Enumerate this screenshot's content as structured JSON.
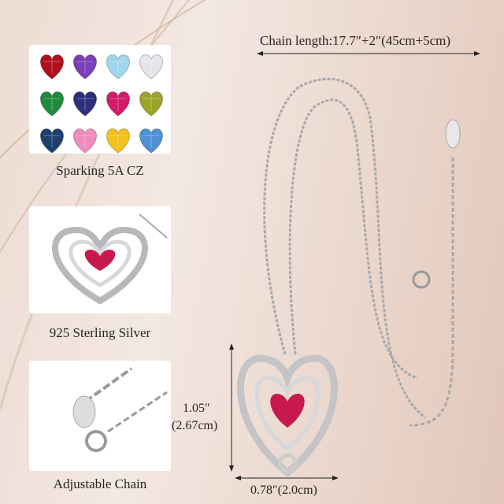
{
  "panels": [
    {
      "label": "Sparking 5A CZ"
    },
    {
      "label": "925 Sterling Silver"
    },
    {
      "label": "Adjustable Chain"
    }
  ],
  "stone_colors": [
    "#b0101c",
    "#7b3fb8",
    "#9fd6ee",
    "#e6e6ea",
    "#1f8a3a",
    "#2c2f7a",
    "#d21a6a",
    "#9aa528",
    "#1c3f6e",
    "#f08cc0",
    "#f2c21a",
    "#4f8fd6"
  ],
  "chain_length": "Chain length:17.7″+2″(45cm+5cm)",
  "height_in": "1.05″",
  "height_cm": "(2.67cm)",
  "width_dim": "0.78″(2.0cm)",
  "pendant_stone_color": "#c8194e"
}
